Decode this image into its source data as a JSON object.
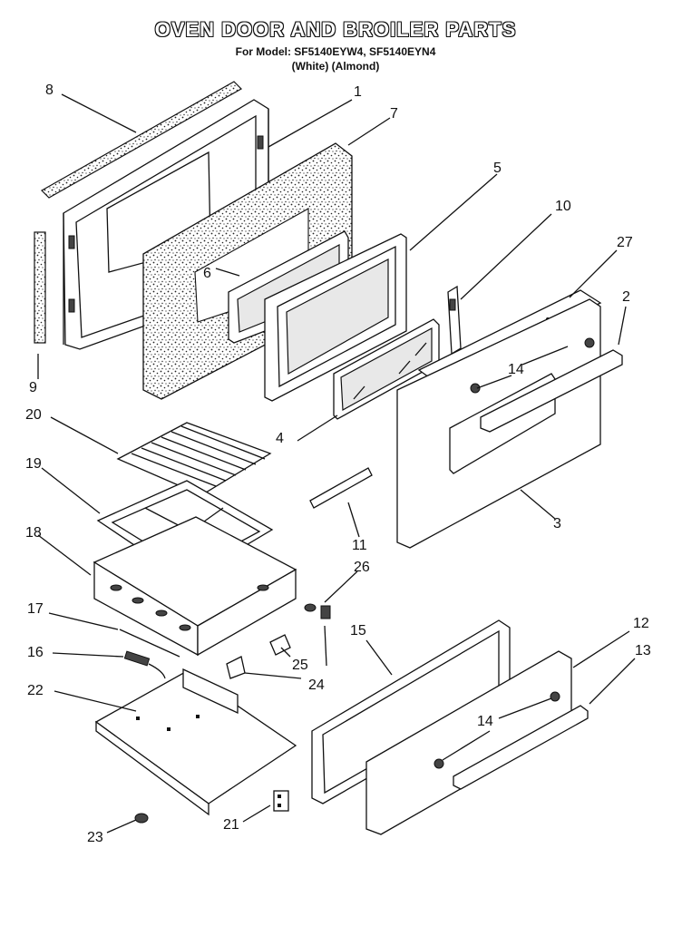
{
  "title": "OVEN DOOR AND BROILER PARTS",
  "model_line": "For Model: SF5140EYW4, SF5140EYN4",
  "color_line": "(White)   (Almond)",
  "callouts": {
    "p1": "1",
    "p2": "2",
    "p3": "3",
    "p4": "4",
    "p5": "5",
    "p6": "6",
    "p7": "7",
    "p8": "8",
    "p9": "9",
    "p10": "10",
    "p11": "11",
    "p12": "12",
    "p13": "13",
    "p14a": "14",
    "p14b": "14",
    "p15": "15",
    "p16": "16",
    "p17": "17",
    "p18": "18",
    "p19": "19",
    "p20": "20",
    "p21": "21",
    "p22": "22",
    "p23": "23",
    "p24": "24",
    "p25": "25",
    "p26": "26",
    "p27": "27"
  }
}
